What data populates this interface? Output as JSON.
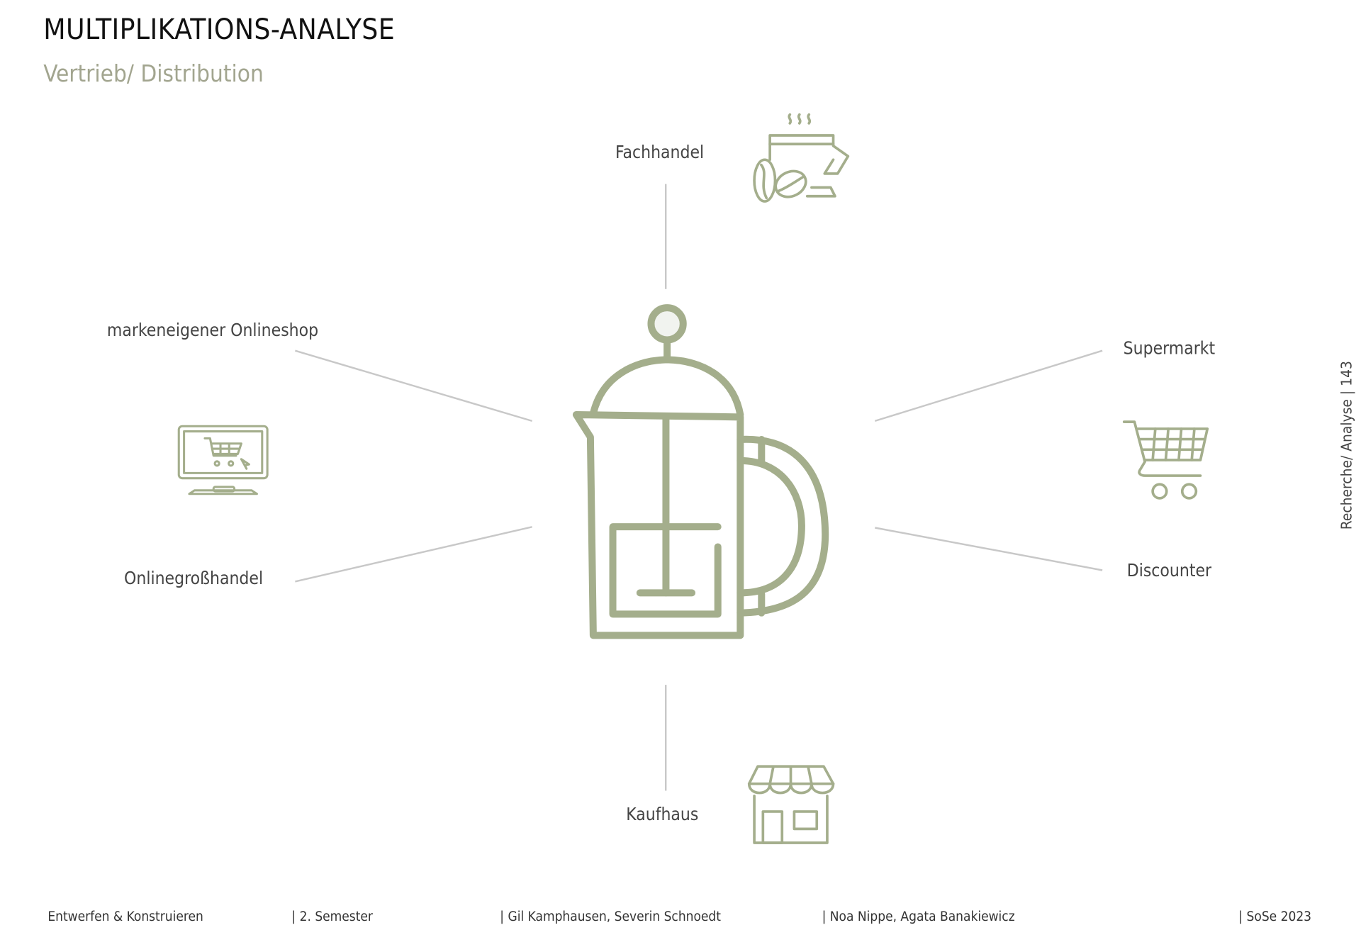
{
  "header": {
    "title": "MULTIPLIKATIONS-ANALYSE",
    "subtitle": "Vertrieb/ Distribution"
  },
  "channels": {
    "fachhandel": "Fachhandel",
    "onlineshop": "markeneigener Onlineshop",
    "supermarkt": "Supermarkt",
    "onlinegrosshandel": "Onlinegroßhandel",
    "discounter": "Discounter",
    "kaufhaus": "Kaufhaus"
  },
  "side_label": "Recherche/ Analyse | 143",
  "footer": [
    "Entwerfen & Konstruieren",
    "|  2. Semester",
    "| Gil Kamphausen,  Severin Schnoedt",
    "| Noa Nippe, Agata Banakiewicz",
    "| SoSe 2023"
  ],
  "colors": {
    "accent": "#a4ae8c",
    "subtitle": "#a2a58f",
    "lines": "#c8c8c8"
  }
}
